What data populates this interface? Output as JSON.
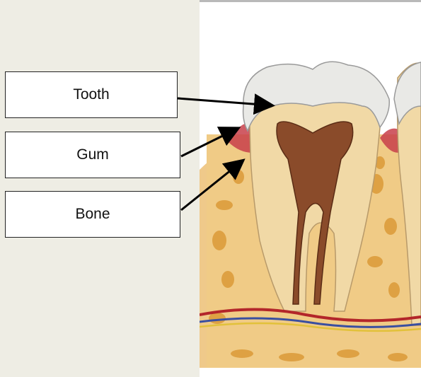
{
  "labels": {
    "tooth": "Tooth",
    "gum": "Gum",
    "bone": "Bone"
  },
  "colors": {
    "background": "#eeede4",
    "enamel": "#e9e9e6",
    "dentin": "#f1d9a6",
    "pulp": "#8a4b2a",
    "gum": "#c8404a",
    "bone": "#e4b860",
    "nerve_red": "#b3262a",
    "nerve_blue": "#3a4fa0",
    "arrow": "#000000"
  },
  "icons": [
    "arrow-to-tooth",
    "arrow-to-gum",
    "arrow-to-bone"
  ]
}
